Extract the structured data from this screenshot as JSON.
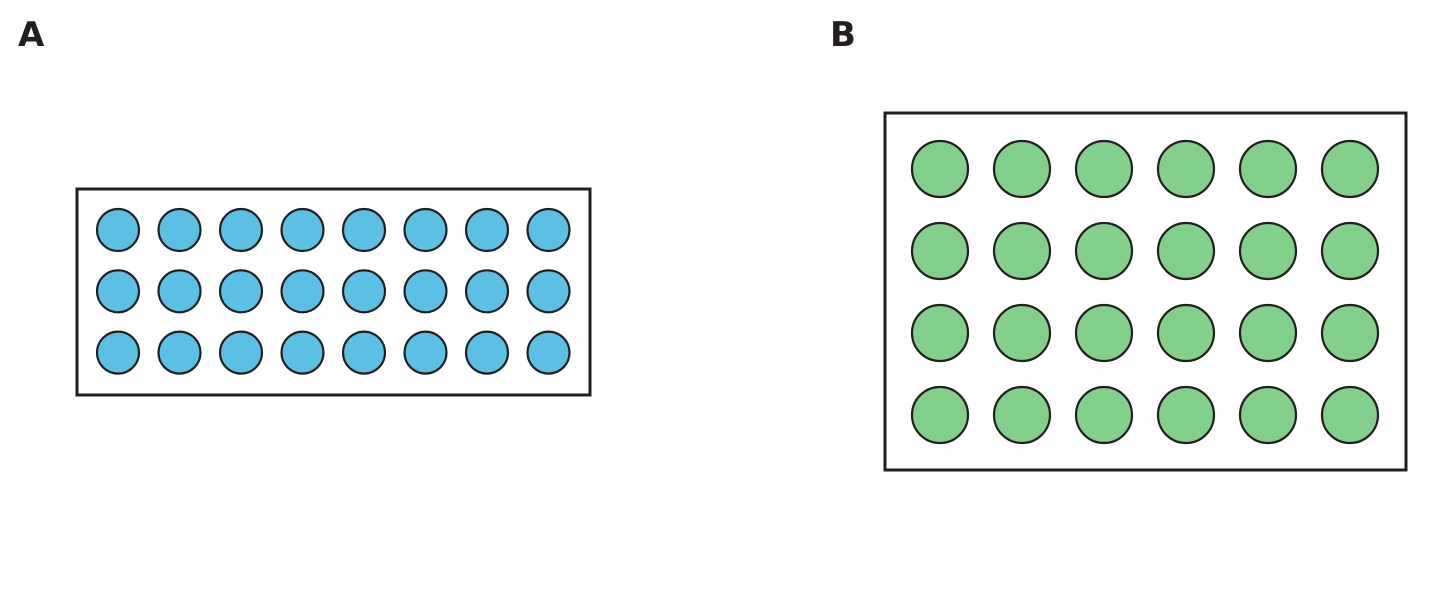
{
  "panels": [
    {
      "id": "a",
      "label": "A",
      "rows": 3,
      "columns": 8,
      "circle_color": "#5bc0e3"
    },
    {
      "id": "b",
      "label": "B",
      "rows": 4,
      "columns": 6,
      "circle_color": "#82d089"
    }
  ],
  "colors": {
    "outline": "#231f20",
    "background": "#ffffff"
  }
}
